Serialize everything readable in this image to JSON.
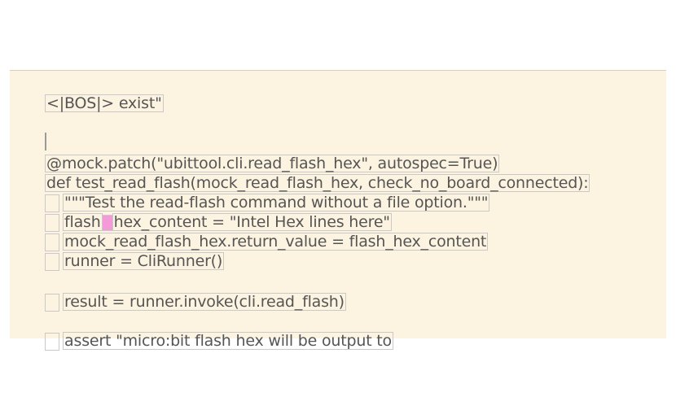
{
  "editor": {
    "lines": [
      {
        "indent": false,
        "text": "<|BOS|> exist\""
      },
      {
        "indent": false,
        "text": ""
      },
      {
        "indent": false,
        "text": "@mock.patch(\"ubittool.cli.read_flash_hex\", autospec=True)"
      },
      {
        "indent": false,
        "text": "def test_read_flash(mock_read_flash_hex, check_no_board_connected):"
      },
      {
        "indent": true,
        "text": "\"\"\"Test the read-flash command without a file option.\"\"\""
      },
      {
        "indent": true,
        "text_before": "flash",
        "text_after": "hex_content = \"Intel Hex lines here\""
      },
      {
        "indent": true,
        "text": "mock_read_flash_hex.return_value = flash_hex_content"
      },
      {
        "indent": true,
        "text": "runner = CliRunner()"
      },
      {
        "indent": true,
        "text": "result = runner.invoke(cli.read_flash)"
      },
      {
        "indent": true,
        "text": "assert \"micro:bit flash hex will be output to"
      }
    ],
    "highlight_color": "#f49ad8",
    "background_color": "#fdf3e1"
  }
}
